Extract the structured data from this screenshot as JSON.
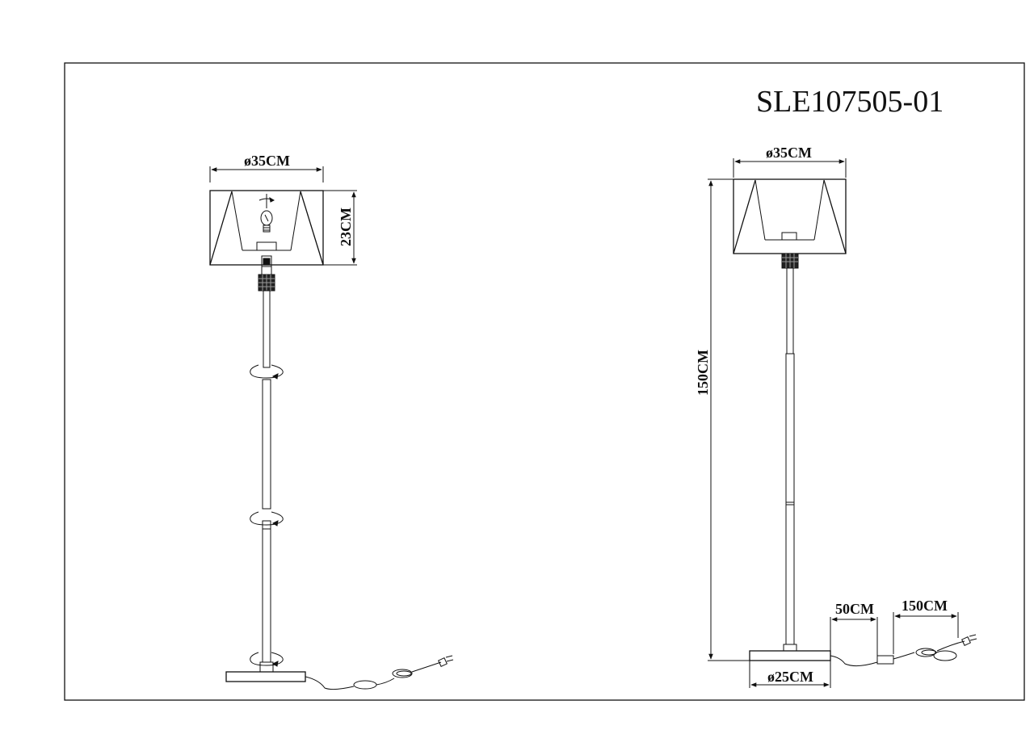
{
  "title": "SLE107505-01",
  "left_view": {
    "shade_diameter": "ø35CM",
    "shade_height": "23CM"
  },
  "right_view": {
    "shade_diameter": "ø35CM",
    "total_height": "150CM",
    "base_diameter": "ø25CM",
    "cord_to_switch": "50CM",
    "switch_to_plug": "150CM"
  }
}
